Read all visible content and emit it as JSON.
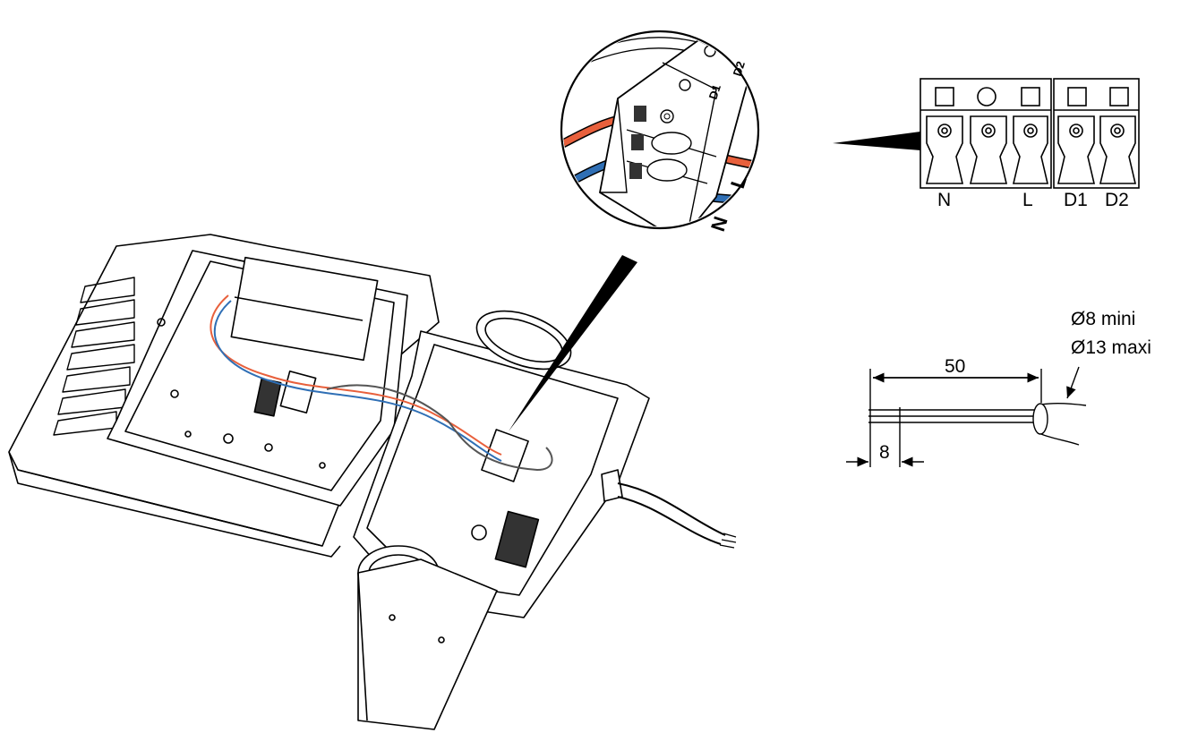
{
  "terminal_block": {
    "labels": [
      "N",
      "L",
      "D1",
      "D2"
    ]
  },
  "connector_zoom": {
    "markings": [
      "D2",
      "D1",
      "L",
      "N"
    ]
  },
  "cable": {
    "strip_length": "50",
    "wire_strip_length": "8",
    "diameter_min": "Ø8 mini",
    "diameter_max": "Ø13 maxi"
  },
  "colors": {
    "wire_live": "#e8603c",
    "wire_neutral": "#2f6fb5",
    "line": "#000000"
  }
}
